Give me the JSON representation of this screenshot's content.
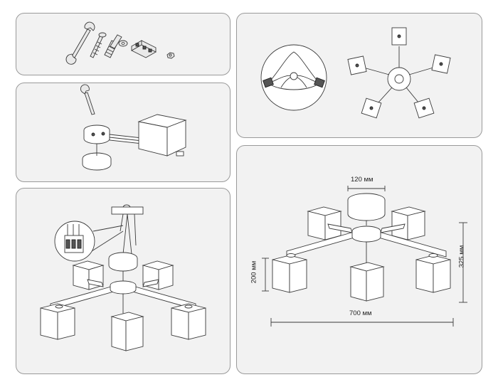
{
  "panels": [
    {
      "id": "tools",
      "icons": [
        "wrench-icon",
        "screw-icon",
        "wall-plug-icon",
        "washer-icon",
        "terminal-block-icon",
        "nut-icon"
      ]
    },
    {
      "id": "mount-step",
      "icons": [
        "wrench-icon",
        "ceiling-plate-icon",
        "arm-icon",
        "shade-icon"
      ]
    },
    {
      "id": "wiring-overview",
      "icons": [
        "terminal-block-icon",
        "wires-icon",
        "chandelier-icon"
      ]
    },
    {
      "id": "top-view",
      "icons": [
        "magnifier-icon",
        "shade-icon"
      ]
    },
    {
      "id": "dimensions",
      "icons": [
        "chandelier-icon"
      ]
    }
  ],
  "dimensions": {
    "top_diameter": "120 мм",
    "height": "325 мм",
    "shade_height": "200 мм",
    "width": "700 мм"
  },
  "colors": {
    "panel_bg": "#f2f2f2",
    "panel_border": "#9a9a9a",
    "line": "#3a3a3a"
  }
}
